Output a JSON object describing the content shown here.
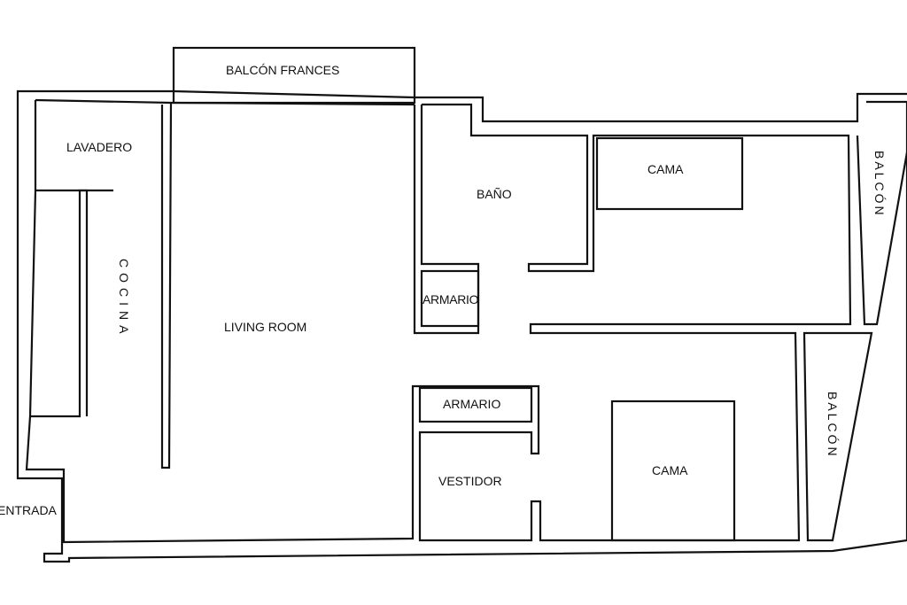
{
  "plan": {
    "colors": {
      "wall": "#111111",
      "background": "#ffffff"
    },
    "labels": {
      "balcon_frances": "BALCÓN FRANCES",
      "lavadero": "LAVADERO",
      "cocina": "COCINA",
      "living_room": "LIVING ROOM",
      "bano": "BAÑO",
      "armario_top": "ARMARIO",
      "armario_bottom": "ARMARIO",
      "vestidor": "VESTIDOR",
      "cama_top": "CAMA",
      "cama_bottom": "CAMA",
      "balcon_top": "BALCÓN",
      "balcon_bottom": "BALCÓN",
      "entrada": "ENTRADA"
    }
  }
}
